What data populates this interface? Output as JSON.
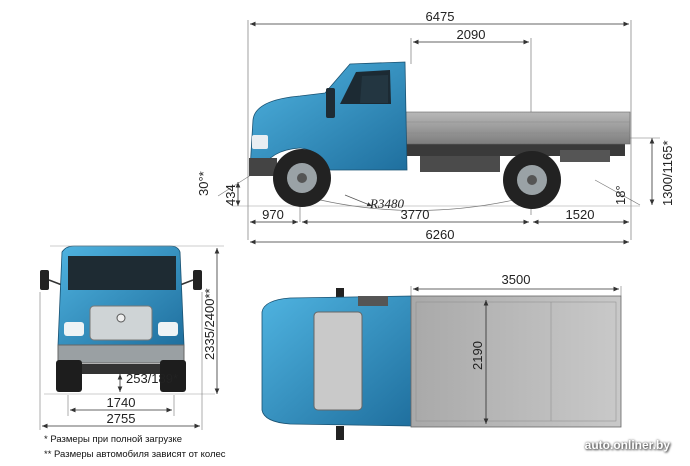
{
  "side_view": {
    "overall_length": "6475",
    "cab_to_rear": "2090",
    "front_overhang": "970",
    "wheelbase": "3770",
    "rear_overhang": "1520",
    "frame_length": "6260",
    "turn_radius": "R3480",
    "approach_angle": "30°*",
    "ground_clearance": "434",
    "departure_angle": "18°",
    "platform_height": "1300/1165*"
  },
  "front_view": {
    "height": "2335/2400**",
    "min_clearance": "253/189*",
    "track_width": "1740",
    "overall_width": "2755"
  },
  "top_view": {
    "platform_length": "3500",
    "platform_width": "2190"
  },
  "notes": {
    "note1": "* Размеры при полной загрузке",
    "note2": "** Размеры автомобиля зависят от колес"
  },
  "watermark": "auto.onliner.by",
  "colors": {
    "cab": "#2e8fc2",
    "platform": "#9a9a9a",
    "chassis": "#3a3a3a"
  }
}
